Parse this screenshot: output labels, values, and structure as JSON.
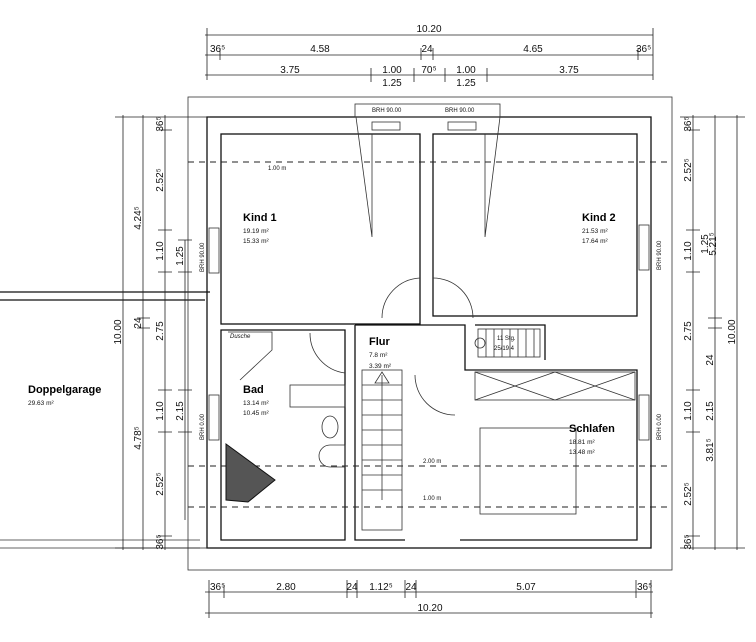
{
  "rooms": {
    "kind1": {
      "name": "Kind 1",
      "area1": "19.19 m²",
      "area2": "15.33 m²"
    },
    "kind2": {
      "name": "Kind 2",
      "area1": "21.53 m²",
      "area2": "17.64 m²"
    },
    "flur": {
      "name": "Flur",
      "area1": "7.8 m²",
      "area2": "3.39 m²"
    },
    "bad": {
      "name": "Bad",
      "area1": "13.14 m²",
      "area2": "10.45 m²"
    },
    "schlafen": {
      "name": "Schlafen",
      "area1": "18.81 m²",
      "area2": "13.48 m²"
    },
    "garage": {
      "name": "Doppelgarage",
      "area1": "29.63 m²"
    }
  },
  "labels": {
    "dusche": "Dusche",
    "stairs_top": "11 Stg.",
    "stairs_bottom": "25/19.4",
    "height_kind1": "1.00 m",
    "height_schlafen": "2.00 m",
    "height_stairs": "1.00 m",
    "brh_top_left": "BRH 90.00",
    "brh_top_right": "BRH 90.00",
    "brh_left_upper": "BRH 90.00",
    "brh_left_lower": "BRH 0.00",
    "brh_right_upper": "BRH 90.00",
    "brh_right_lower": "BRH 0.00"
  },
  "dimensions": {
    "top_total": "10.20",
    "top_row1": [
      "36⁵",
      "4.58",
      "24",
      "4.65",
      "36⁵"
    ],
    "top_row2": [
      "3.75",
      "1.00",
      "1.25",
      "70⁵",
      "1.00",
      "1.25",
      "3.75"
    ],
    "bottom_row1": [
      "36⁵",
      "2.80",
      "24",
      "1.12⁵",
      "24",
      "5.07",
      "36⁵"
    ],
    "bottom_total": "10.20",
    "left_total": "10.00",
    "left_row1": [
      "4.24⁵",
      "24",
      "4.78⁵"
    ],
    "left_row2": [
      "36⁵",
      "2.52⁵",
      "1.10",
      "2.75",
      "1.10",
      "2.52⁵",
      "36⁵"
    ],
    "left_row3": [
      "1.25",
      "2.15"
    ],
    "right_row1": [
      "36⁵",
      "2.52⁵",
      "1.10",
      "2.75",
      "1.10",
      "2.52⁵",
      "36⁵"
    ],
    "right_row2": [
      "1.25",
      "5.21⁵",
      "24",
      "2.15",
      "3.81⁵"
    ],
    "right_total": "10.00"
  }
}
